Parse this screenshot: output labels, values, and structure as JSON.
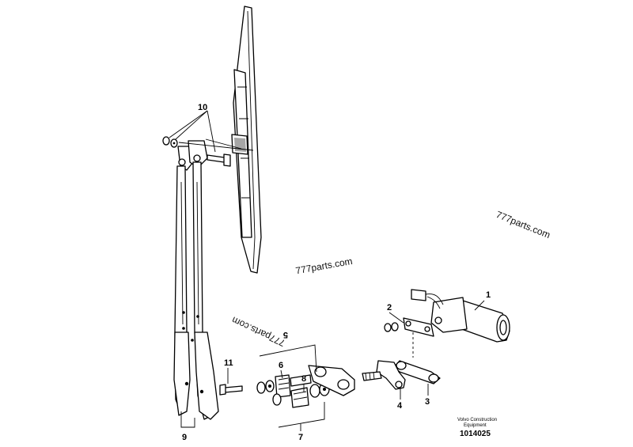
{
  "callouts": {
    "c1": "1",
    "c2": "2",
    "c3": "3",
    "c4": "4",
    "c5": "5",
    "c6": "6",
    "c7": "7",
    "c8": "8",
    "c9": "9",
    "c10": "10",
    "c11": "11"
  },
  "watermarks": {
    "center": "777parts.com",
    "right": "777parts.com",
    "mirrored": "777parts.com"
  },
  "credit": {
    "line1": "Volvo Construction",
    "line2": "Equipment"
  },
  "document_number": "1014025"
}
